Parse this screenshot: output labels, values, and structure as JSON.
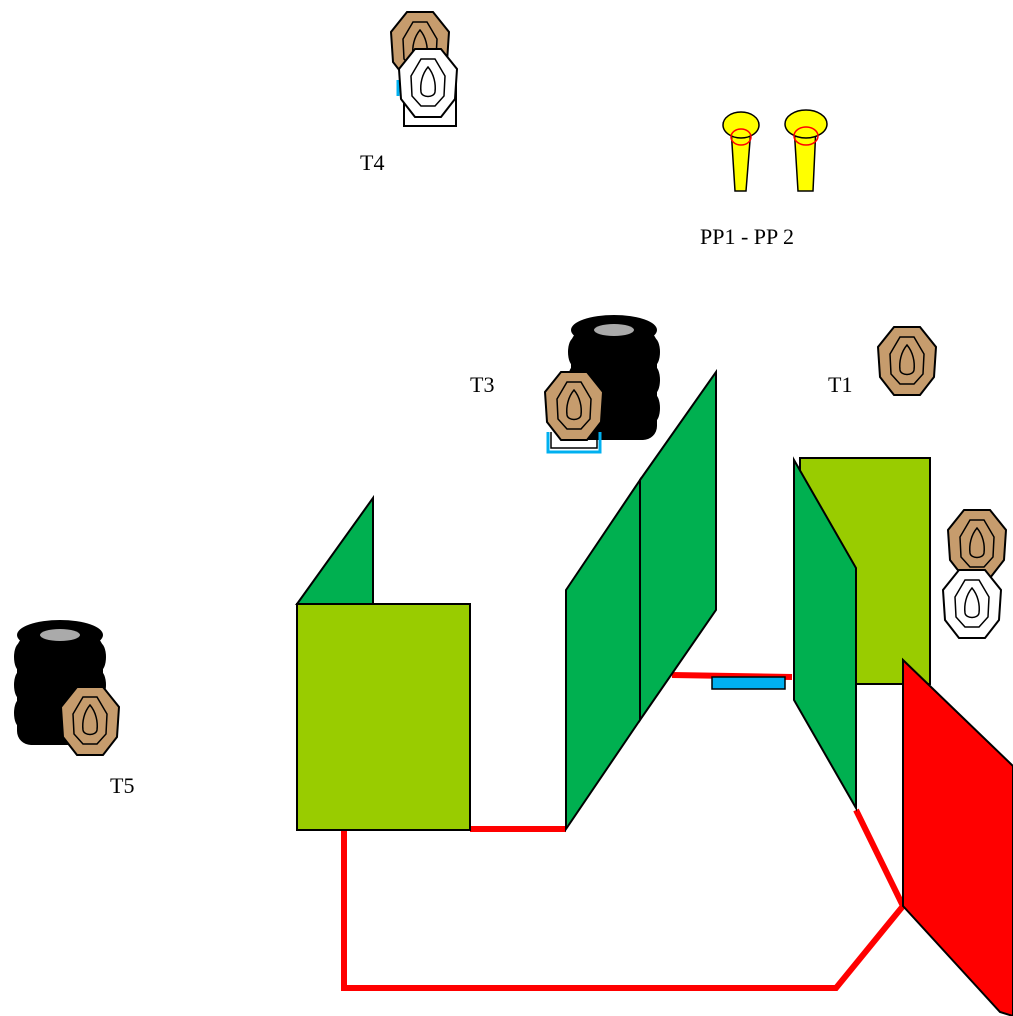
{
  "labels": {
    "t1": "T1",
    "t3": "T3",
    "t4": "T4",
    "t5": "T5",
    "poppers": "PP1 - PP 2"
  },
  "icons": {
    "target": "octagon-paper-target-icon",
    "no_shoot": "white-no-shoot-target-icon",
    "popper": "steel-popper-icon",
    "tire_stack": "tire-stack-icon",
    "target_stand": "target-stand-icon"
  },
  "colors": {
    "wall_light": "#99cc00",
    "wall_dark": "#00b050",
    "fault_line": "#ff0000",
    "target_fill": "#c69c6d",
    "popper_fill": "#ffff00",
    "popper_ring": "#ff0000",
    "tire": "#000000",
    "tire_top": "#aaaaaa",
    "start_marker": "#00b0f0",
    "barricade": "#ff0000"
  }
}
